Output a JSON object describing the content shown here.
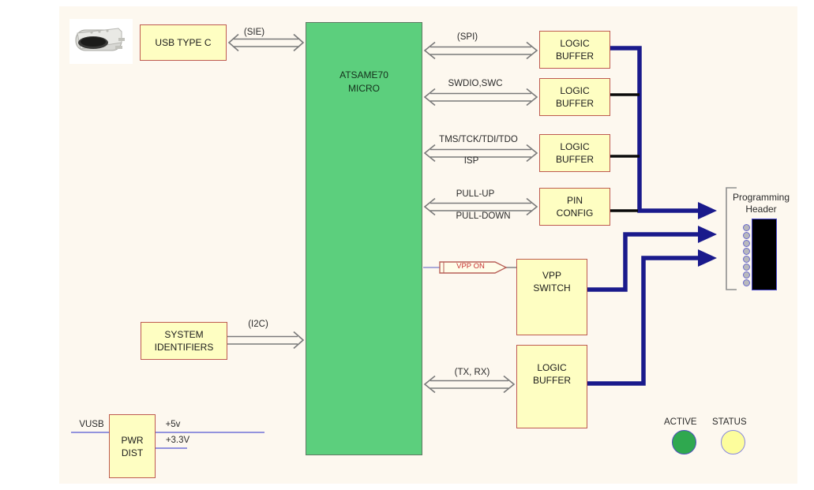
{
  "blocks": {
    "usb": {
      "label": "USB TYPE C"
    },
    "micro": {
      "line1": "ATSAME70",
      "line2": "MICRO"
    },
    "lb1": {
      "line1": "LOGIC",
      "line2": "BUFFER"
    },
    "lb2": {
      "line1": "LOGIC",
      "line2": "BUFFER"
    },
    "lb3": {
      "line1": "LOGIC",
      "line2": "BUFFER"
    },
    "pin_config": {
      "line1": "PIN",
      "line2": "CONFIG"
    },
    "vpp_switch": {
      "line1": "VPP",
      "line2": "SWITCH"
    },
    "lb4": {
      "line1": "LOGIC",
      "line2": "BUFFER"
    },
    "system_identifiers": {
      "line1": "SYSTEM",
      "line2": "IDENTIFIERS"
    },
    "pwr_dist": {
      "line1": "PWR",
      "line2": "DIST"
    }
  },
  "signals": {
    "sie": "(SIE)",
    "spi": "(SPI)",
    "swdio": "SWDIO,SWC",
    "tms": "TMS/TCK/TDI/TDO",
    "isp": "ISP",
    "pull_up": "PULL-UP",
    "pull_down": "PULL-DOWN",
    "vpp_on": "VPP ON",
    "i2c": "(I2C)",
    "tx_rx": "(TX, RX)",
    "vusb": "VUSB",
    "p5v": "+5v",
    "p3v3": "+3.3V"
  },
  "programming_header": {
    "line1": "Programming",
    "line2": "Header",
    "pin_count": 8
  },
  "indicators": {
    "active": {
      "label": "ACTIVE",
      "color": "#2FA84F"
    },
    "status": {
      "label": "STATUS",
      "color": "#FDFD9C"
    }
  },
  "colors": {
    "background_panel": "#FDF8EF",
    "block_fill": "#FEFEC2",
    "block_border": "#BE5A50",
    "micro_fill": "#5CCF7D",
    "bus_navy": "#1A1A8C",
    "wire_black": "#0A0A0A",
    "power_wire": "#9393DD",
    "arrow_outline": "#7A7A7A"
  }
}
